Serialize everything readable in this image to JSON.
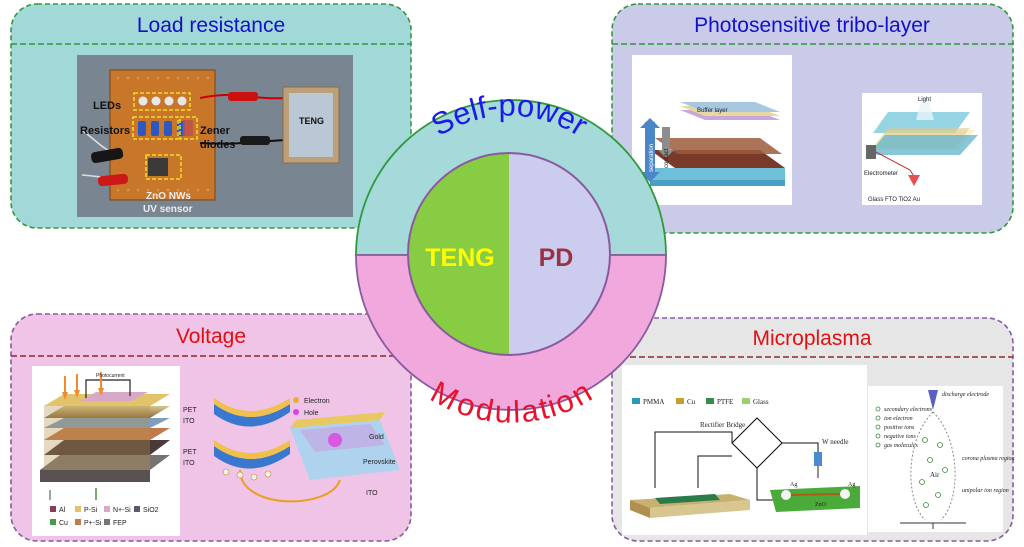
{
  "panels": {
    "top_left": {
      "title": "Load resistance",
      "color": "#1111cc",
      "labels": {
        "leds": "LEDs",
        "resistors": "Resistors",
        "zener1": "Zener",
        "zener2": "diodes",
        "teng": "TENG",
        "zno1": "ZnO NWs",
        "zno2": "UV sensor"
      }
    },
    "top_right": {
      "title": "Photosensitive tribo-layer",
      "color": "#1111cc",
      "labels": {
        "separation": "separation",
        "contact": "contact",
        "buffer": "Buffer layer",
        "light": "Light",
        "electrometer": "Electrometer",
        "legend": "Glass   FTO   TiO2   Au"
      }
    },
    "bottom_left": {
      "title": "Voltage",
      "color": "#e01010",
      "labels": {
        "photocurrent": "Photocurrent",
        "pet1": "PET",
        "ito1": "ITO",
        "pet2": "PET",
        "ito2": "ITO",
        "electron": "Electron",
        "hole": "Hole",
        "gold": "Gold",
        "perovskite": "Perovskite",
        "ito3": "ITO",
        "legend_row1": [
          "Al",
          "P-Si",
          "N+-Si",
          "SiO2"
        ],
        "legend_row2": [
          "Cu",
          "P+-Si",
          "FEP"
        ]
      }
    },
    "bottom_right": {
      "title": "Microplasma",
      "color": "#e01010",
      "labels": {
        "legend": [
          "PMMA",
          "Cu",
          "PTFE",
          "Glass"
        ],
        "rectifier": "Rectifier Bridge",
        "wneedle": "W needle",
        "ag1": "Ag",
        "ag2": "Ag",
        "zno": "ZnO",
        "side": [
          "discharge electrode",
          "secondary electrons",
          "ion electron",
          "positive ions",
          "negative ions",
          "gas molecules",
          "corona plasma region",
          "unipolar ion region",
          "Air"
        ]
      }
    }
  },
  "center": {
    "top_arc_text": "Self-power",
    "bottom_arc_text": "Modulation",
    "left_label": "TENG",
    "right_label": "PD",
    "colors": {
      "top_band": "#a6d9d9",
      "bottom_band": "#f0a8dd",
      "left": "#88cc44",
      "right": "#ccccee",
      "arc_top_text": "#1a1aee",
      "arc_bottom_text": "#e8102a",
      "teng_text": "#ffff00",
      "pd_text": "#993344"
    }
  }
}
